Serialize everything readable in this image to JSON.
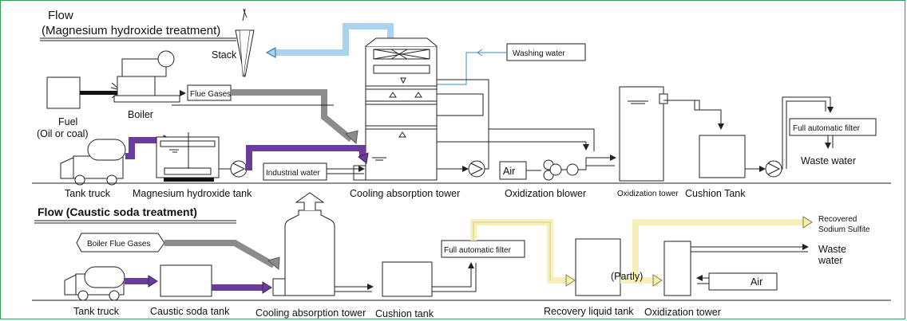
{
  "section1": {
    "title_line1": "Flow",
    "title_line2": "(Magnesium hydroxide treatment)",
    "labels": {
      "stack": "Stack",
      "washing_water": "Washing water",
      "fuel_line1": "Fuel",
      "fuel_line2": "(Oil or coal)",
      "boiler": "Boiler",
      "flue_gases": "Flue Gases",
      "tank_truck": "Tank truck",
      "magnesium_tank": "Magnesium hydroxide tank",
      "industrial_water": "Industrial water",
      "cooling_tower": "Cooling absorption tower",
      "air": "Air",
      "oxidization_blower": "Oxidization blower",
      "oxidization_tower": "Oxidization tower",
      "cushion_tank": "Cushion Tank",
      "full_filter": "Full automatic filter",
      "waste_water": "Waste water"
    }
  },
  "section2": {
    "title": "Flow (Caustic soda treatment)",
    "labels": {
      "boiler_flue_gases": "Boiler Flue Gases",
      "tank_truck": "Tank truck",
      "caustic_tank": "Caustic soda tank",
      "cooling_tower": "Cooling absorption tower",
      "cushion_tank": "Cushion tank",
      "full_filter": "Full automatic filter",
      "recovery_tank": "Recovery liquid tank",
      "partly": "(Partly)",
      "oxidization_tower": "Oxidization tower",
      "recovered_line1": "Recovered",
      "recovered_line2": "Sodium Sulfite",
      "waste_line1": "Waste",
      "waste_line2": "water",
      "air": "Air"
    }
  },
  "colors": {
    "border": "#3a9a5c",
    "purple_pipe": "#6a3d9a",
    "gray_pipe": "#8c8c8c",
    "blue_pipe": "#a9d3ee",
    "yellow_pipe": "#f6efb8"
  }
}
